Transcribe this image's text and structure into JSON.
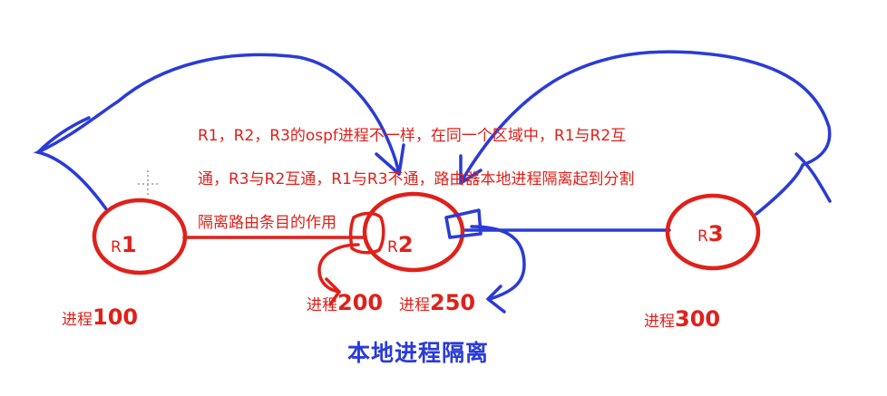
{
  "note": {
    "lines": [
      "R1，R2，R3的ospf进程不一样，在同一个区域中，R1与R2互",
      "通，R3与R2互通，R1与R3不通，路由器本地进程隔离起到分割",
      "隔离路由条目的作用"
    ]
  },
  "routers": [
    {
      "prefix": "R",
      "number": "1"
    },
    {
      "prefix": "R",
      "number": "2"
    },
    {
      "prefix": "R",
      "number": "3"
    }
  ],
  "processes": [
    {
      "word": "进程",
      "id": "100"
    },
    {
      "word": "进程",
      "id": "200"
    },
    {
      "word": "进程",
      "id": "250"
    },
    {
      "word": "进程",
      "id": "300"
    }
  ],
  "title": "本地进程隔离",
  "colors": {
    "red": "#e0201a",
    "blue": "#2a3bd6",
    "background": "#ffffff"
  }
}
